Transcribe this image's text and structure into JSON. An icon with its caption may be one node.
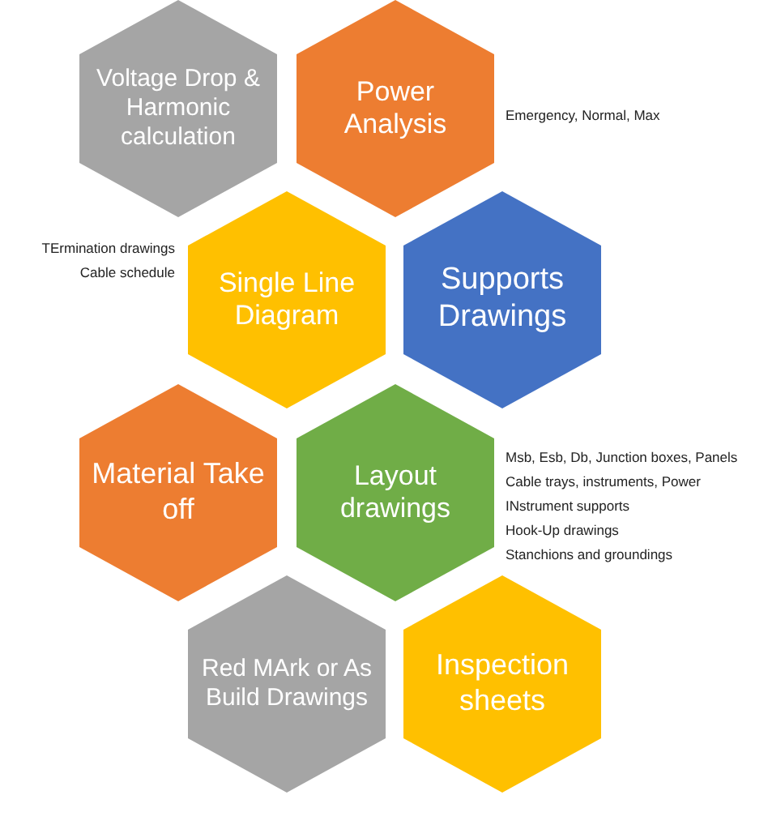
{
  "diagram": {
    "nodes": [
      {
        "text": [
          "Voltage Drop & Harmonic calculation"
        ]
      },
      {
        "text": [
          "Power Analysis"
        ],
        "beside": [
          "Emergency, Normal, Max"
        ]
      },
      {
        "text": [
          "Single Line Diagram"
        ],
        "beside": [
          "TErmination drawings",
          "Cable schedule"
        ]
      },
      {
        "text": [
          "Supports Drawings"
        ]
      },
      {
        "text": [
          "Material Take off"
        ]
      },
      {
        "text": [
          "Layout drawings"
        ],
        "beside": [
          "Msb, Esb, Db, Junction boxes, Panels",
          "Cable trays, instruments, Power",
          "INstrument supports",
          "Hook-Up drawings",
          "Stanchions and groundings"
        ]
      },
      {
        "text": [
          "Red MArk or As Build Drawings"
        ]
      },
      {
        "text": [
          "Inspection sheets"
        ]
      }
    ]
  }
}
